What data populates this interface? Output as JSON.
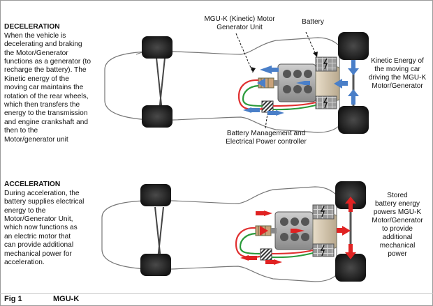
{
  "deceleration": {
    "heading": "DECELERATION",
    "body": "When the vehicle is\ndecelerating and braking\nthe Motor/Generator\nfunctions as a generator (to\nrecharge the battery). The\nKinetic energy of the\nmoving car maintains the\nrotation of the rear wheels,\nwhich then transfers the\nenergy to the transmission\nand engine crankshaft and\nthen to the\nMotor/generator unit"
  },
  "acceleration": {
    "heading": "ACCELERATION",
    "body": "During acceleration, the\nbattery supplies electrical\nenergy to the\nMotor/Generator Unit,\nwhich now functions as\nan electric motor that\ncan provide additional\nmechanical power for\nacceleration."
  },
  "labels": {
    "mguk": "MGU-K (Kinetic) Motor\nGenerator Unit",
    "battery": "Battery",
    "kinetic": "Kinetic Energy of\nthe moving car\ndriving the MGU-K\nMotor/Generator",
    "bms": "Battery Management and\nElectrical Power controller",
    "stored": "Stored\nbattery energy\npowers MGU-K\nMotor/Generator\nto provide\nadditional\nmechanical\npower"
  },
  "footer": {
    "fig": "Fig 1",
    "title": "MGU-K"
  },
  "colors": {
    "decel_arrow": "#4a7fc8",
    "accel_arrow": "#e02222",
    "wire_red": "#e03030",
    "wire_green": "#2a9a3a",
    "body_outline": "#777777",
    "tyre": "#1f1f1f"
  }
}
